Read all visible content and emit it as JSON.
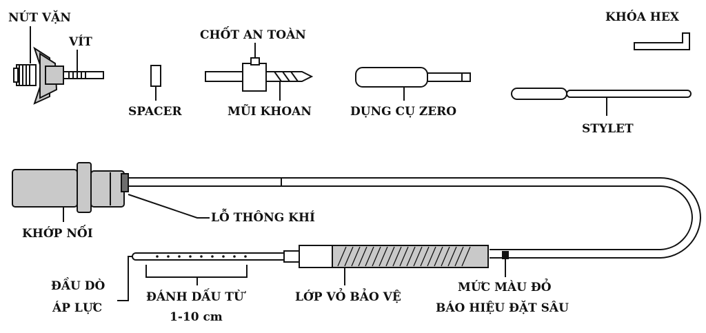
{
  "labels": {
    "knob": "NÚT VẶN",
    "screw": "VÍT",
    "safety_pin": "CHỐT AN TOÀN",
    "spacer": "SPACER",
    "drill_bit": "MŨI KHOAN",
    "zero_tool": "DỤNG CỤ ZERO",
    "hex_key": "KHÓA HEX",
    "stylet": "STYLET",
    "connector": "KHỚP NỐI",
    "vent_hole": "LỖ THÔNG KHÍ",
    "probe_tip_line1": "ĐẦU DÒ",
    "probe_tip_line2": "ÁP LỰC",
    "markings_line1": "ĐÁNH DẤU TỪ",
    "markings_line2": "1-10 cm",
    "sheath": "LỚP VỎ BẢO VỆ",
    "red_mark_line1": "MỨC MÀU ĐỎ",
    "red_mark_line2": "BÁO HIỆU ĐẶT SÂU"
  }
}
